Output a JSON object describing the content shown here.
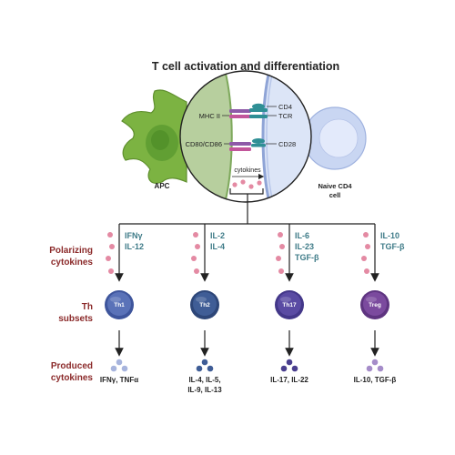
{
  "title": "T cell activation and differentiation",
  "cells": {
    "apc_label": "APC",
    "naive_label_line1": "Naive CD4",
    "naive_label_line2": "cell"
  },
  "synapse": {
    "mhc_label": "MHC II",
    "costim_label": "CD80/CD86",
    "cd4_label": "CD4",
    "tcr_label": "TCR",
    "cd28_label": "CD28",
    "cytokines_label": "cytokines"
  },
  "row_labels": {
    "polarizing": [
      "Polarizing",
      "cytokines"
    ],
    "subsets": [
      "Th",
      "subsets"
    ],
    "produced": [
      "Produced",
      "cytokines"
    ]
  },
  "branches": [
    {
      "polarizing": [
        "IFNγ",
        "IL-12"
      ],
      "subset": "Th1",
      "produced": [
        "IFNγ, TNFα"
      ],
      "cell_color": "#5a72b8",
      "cell_rim": "#3e559c",
      "dot_color": "#a7b4dd"
    },
    {
      "polarizing": [
        "IL-2",
        "IL-4"
      ],
      "subset": "Th2",
      "produced": [
        "IL-4, IL-5,",
        "IL-9, IL-13"
      ],
      "cell_color": "#3f5d96",
      "cell_rim": "#2d4678",
      "dot_color": "#3f5d96"
    },
    {
      "polarizing": [
        "IL-6",
        "IL-23",
        "TGF-β"
      ],
      "subset": "Th17",
      "produced": [
        "IL-17, IL-22"
      ],
      "cell_color": "#5a4ba3",
      "cell_rim": "#433789",
      "dot_color": "#4a3f8f"
    },
    {
      "polarizing": [
        "IL-10",
        "TGF-β"
      ],
      "subset": "Treg",
      "produced": [
        "IL-10, TGF-β"
      ],
      "cell_color": "#7b4a9e",
      "cell_rim": "#5e3480",
      "dot_color": "#a58cc9"
    }
  ],
  "colors": {
    "row_label": "#8b2a2a",
    "cytokine_text": "#3d7a87",
    "apc_green": "#7cb342",
    "naive_blue": "#c9d6f2",
    "pink_dot": "#e48aa3"
  }
}
